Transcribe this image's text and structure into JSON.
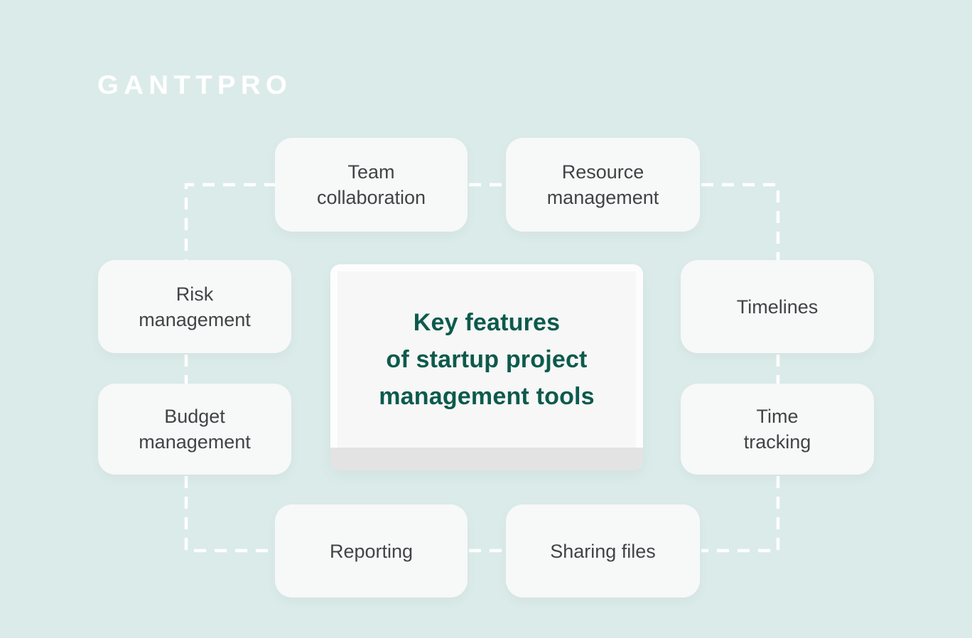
{
  "brand": {
    "logo_text": "GANTTPRO"
  },
  "center": {
    "title": "Key features\nof startup project\nmanagement tools"
  },
  "features": [
    {
      "id": "team-collaboration",
      "label": "Team\ncollaboration"
    },
    {
      "id": "resource-management",
      "label": "Resource\nmanagement"
    },
    {
      "id": "risk-management",
      "label": "Risk\nmanagement"
    },
    {
      "id": "timelines",
      "label": "Timelines"
    },
    {
      "id": "budget-management",
      "label": "Budget\nmanagement"
    },
    {
      "id": "time-tracking",
      "label": "Time\ntracking"
    },
    {
      "id": "reporting",
      "label": "Reporting"
    },
    {
      "id": "sharing-files",
      "label": "Sharing files"
    }
  ],
  "colors": {
    "background": "#dbebe9",
    "card": "#f7f8f8",
    "label_text": "#414446",
    "title_text": "#0c5a4d",
    "connector": "#ffffff",
    "laptop_bezel": "#fdfdfd",
    "laptop_screen": "#f6f7f6",
    "laptop_base": "#e2e3e2"
  }
}
